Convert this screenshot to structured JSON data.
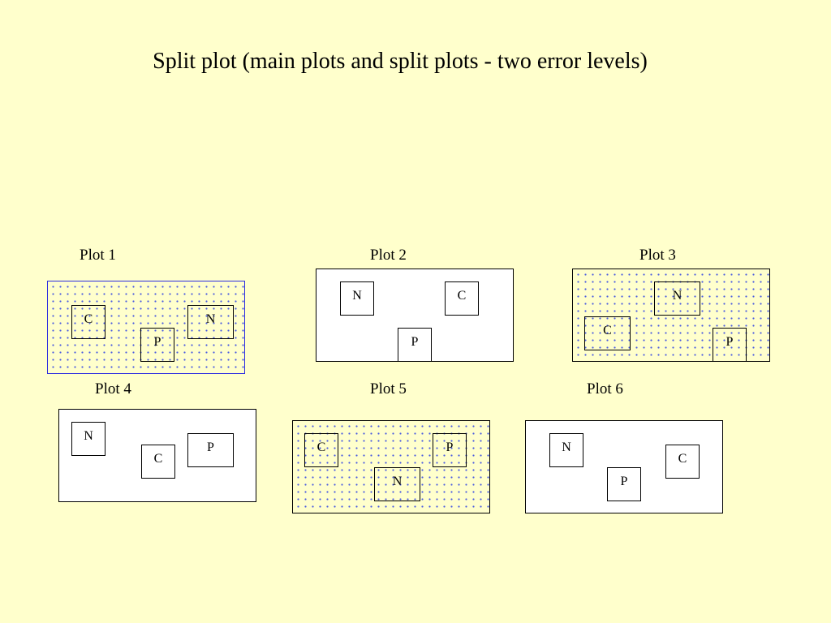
{
  "title": "Split plot (main plots and split plots - two error levels)",
  "colors": {
    "background": "#FFFFCC",
    "dot_pattern": "#4A5CE0",
    "selection_border": "#2B2BE0",
    "box_fill": "#FFFFFF",
    "border": "#000000"
  },
  "plots": [
    {
      "label": "Plot 1",
      "pattern": "dotted",
      "selected": true,
      "subplots": [
        "C",
        "P",
        "N"
      ]
    },
    {
      "label": "Plot 2",
      "pattern": "plain",
      "selected": false,
      "subplots": [
        "N",
        "C",
        "P"
      ]
    },
    {
      "label": "Plot 3",
      "pattern": "dotted",
      "selected": false,
      "subplots": [
        "N",
        "C",
        "P"
      ]
    },
    {
      "label": "Plot 4",
      "pattern": "plain",
      "selected": false,
      "subplots": [
        "N",
        "C",
        "P"
      ]
    },
    {
      "label": "Plot 5",
      "pattern": "dotted",
      "selected": false,
      "subplots": [
        "C",
        "P",
        "N"
      ]
    },
    {
      "label": "Plot 6",
      "pattern": "plain",
      "selected": false,
      "subplots": [
        "N",
        "C",
        "P"
      ]
    }
  ]
}
